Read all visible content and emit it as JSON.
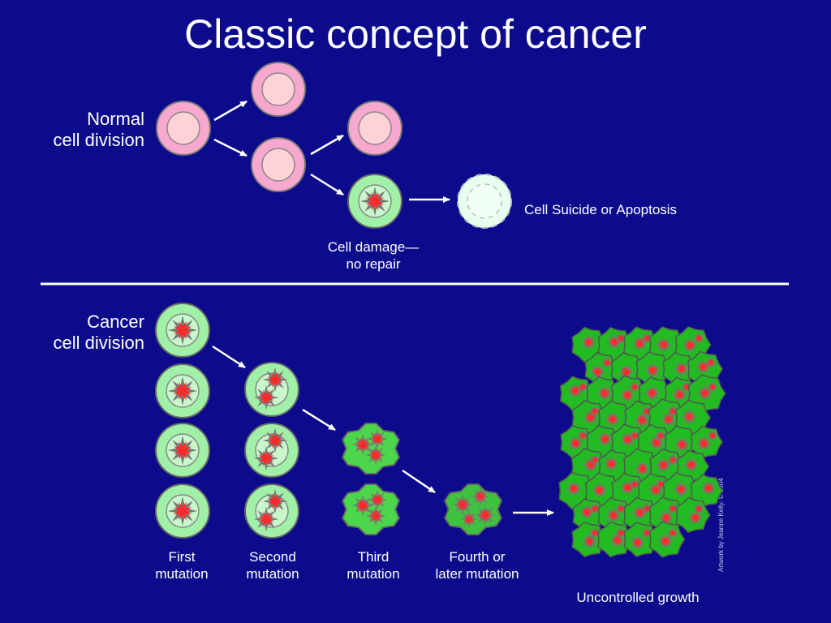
{
  "title": "Classic concept of cancer",
  "normal": {
    "label_line1": "Normal",
    "label_line2": "cell division",
    "apoptosis_label": "Cell Suicide or Apoptosis",
    "damage_line1": "Cell damage—",
    "damage_line2": "no repair"
  },
  "cancer": {
    "label_line1": "Cancer",
    "label_line2": "cell division",
    "stages": [
      {
        "line1": "First",
        "line2": "mutation"
      },
      {
        "line1": "Second",
        "line2": "mutation"
      },
      {
        "line1": "Third",
        "line2": "mutation"
      },
      {
        "line1": "Fourth or",
        "line2": "later mutation"
      }
    ],
    "growth_label": "Uncontrolled growth"
  },
  "credit": "Artwork by Jeanne Kelly. © 2004",
  "colors": {
    "background": "#0b0b8c",
    "normal_cell_outer": "#f7a8cf",
    "normal_cell_inner": "#ffd2d8",
    "mutated_cell_outer": "#a0f0a8",
    "mutated_nucleus": "#ff2a2a",
    "tumor_green": "#22bb22"
  }
}
